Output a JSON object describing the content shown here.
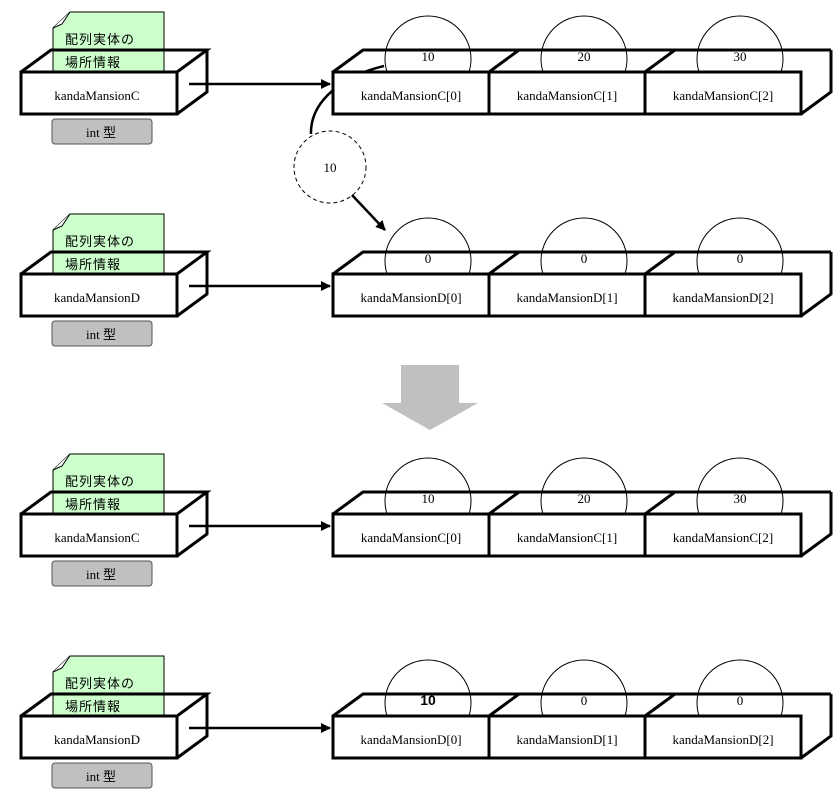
{
  "panels": [
    {
      "variable": "kandaMansionC",
      "note_line1": "配列実体の",
      "note_line2": "場所情報",
      "type_label": "int 型",
      "cells": [
        {
          "value": "10",
          "label": "kandaMansionC[0]"
        },
        {
          "value": "20",
          "label": "kandaMansionC[1]"
        },
        {
          "value": "30",
          "label": "kandaMansionC[2]"
        }
      ]
    },
    {
      "variable": "kandaMansionD",
      "note_line1": "配列実体の",
      "note_line2": "場所情報",
      "type_label": "int 型",
      "cells": [
        {
          "value": "0",
          "label": "kandaMansionD[0]"
        },
        {
          "value": "0",
          "label": "kandaMansionD[1]"
        },
        {
          "value": "0",
          "label": "kandaMansionD[2]"
        }
      ]
    },
    {
      "variable": "kandaMansionC",
      "note_line1": "配列実体の",
      "note_line2": "場所情報",
      "type_label": "int 型",
      "cells": [
        {
          "value": "10",
          "label": "kandaMansionC[0]"
        },
        {
          "value": "20",
          "label": "kandaMansionC[1]"
        },
        {
          "value": "30",
          "label": "kandaMansionC[2]"
        }
      ]
    },
    {
      "variable": "kandaMansionD",
      "note_line1": "配列実体の",
      "note_line2": "場所情報",
      "type_label": "int 型",
      "cells": [
        {
          "value": "10",
          "label": "kandaMansionD[0]"
        },
        {
          "value": "0",
          "label": "kandaMansionD[1]"
        },
        {
          "value": "0",
          "label": "kandaMansionD[2]"
        }
      ]
    }
  ],
  "copy_value": "10",
  "colors": {
    "note_fill": "#ccffcc",
    "type_fill": "#c0c0c0",
    "arrow_fill": "#c0c0c0"
  }
}
